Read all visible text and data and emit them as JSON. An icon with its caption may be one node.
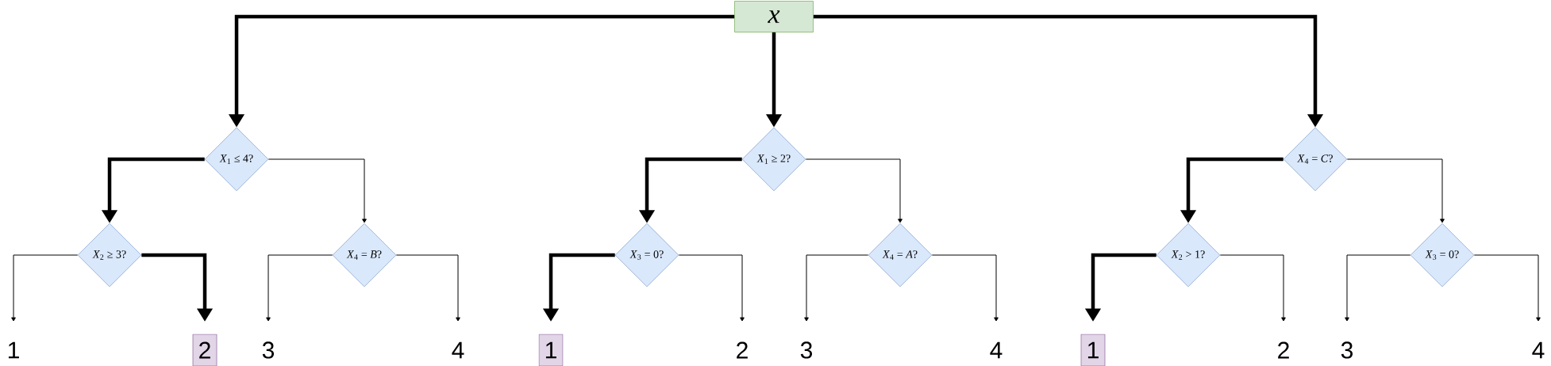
{
  "diagram": {
    "nodes": [
      {
        "text": [
          "x"
        ]
      },
      {
        "text": [
          "*X*$_{1}$ ≤ 4?"
        ]
      },
      {
        "text": [
          "*X*$_{1}$ ≥ 2?"
        ]
      },
      {
        "text": [
          "*X*$_{4}$ = *C*?"
        ]
      },
      {
        "text": [
          "*X*$_{2}$ ≥ 3?"
        ]
      },
      {
        "text": [
          "*X*$_{4}$ = *B*?"
        ]
      },
      {
        "text": [
          "*X*$_{3}$ = 0?"
        ]
      },
      {
        "text": [
          "*X*$_{4}$ = *A*?"
        ]
      },
      {
        "text": [
          "*X*$_{2}$ > 1?"
        ]
      },
      {
        "text": [
          "*X*$_{3}$ = 0?"
        ]
      },
      {
        "text": [
          "1"
        ]
      },
      {
        "text": [
          "2"
        ]
      },
      {
        "text": [
          "3"
        ]
      },
      {
        "text": [
          "4"
        ]
      },
      {
        "text": [
          "1"
        ]
      },
      {
        "text": [
          "2"
        ]
      },
      {
        "text": [
          "3"
        ]
      },
      {
        "text": [
          "4"
        ]
      },
      {
        "text": [
          "1"
        ]
      },
      {
        "text": [
          "2"
        ]
      },
      {
        "text": [
          "3"
        ]
      },
      {
        "text": [
          "4"
        ]
      }
    ],
    "edges": [
      {
        "from": 0,
        "to": 1,
        "arrow": "to",
        "style": "thick"
      },
      {
        "from": 0,
        "to": 2,
        "arrow": "to",
        "style": "thick"
      },
      {
        "from": 0,
        "to": 3,
        "arrow": "to",
        "style": "thick"
      },
      {
        "from": 1,
        "to": 4,
        "arrow": "to",
        "style": "thick"
      },
      {
        "from": 1,
        "to": 5,
        "arrow": "to"
      },
      {
        "from": 2,
        "to": 6,
        "arrow": "to",
        "style": "thick"
      },
      {
        "from": 2,
        "to": 7,
        "arrow": "to"
      },
      {
        "from": 3,
        "to": 8,
        "arrow": "to",
        "style": "thick"
      },
      {
        "from": 3,
        "to": 9,
        "arrow": "to"
      },
      {
        "from": 4,
        "to": 10,
        "arrow": "to"
      },
      {
        "from": 4,
        "to": 11,
        "arrow": "to",
        "style": "thick"
      },
      {
        "from": 5,
        "to": 12,
        "arrow": "to"
      },
      {
        "from": 5,
        "to": 13,
        "arrow": "to"
      },
      {
        "from": 6,
        "to": 14,
        "arrow": "to",
        "style": "thick"
      },
      {
        "from": 6,
        "to": 15,
        "arrow": "to"
      },
      {
        "from": 7,
        "to": 16,
        "arrow": "to"
      },
      {
        "from": 7,
        "to": 17,
        "arrow": "to"
      },
      {
        "from": 8,
        "to": 18,
        "arrow": "to",
        "style": "thick"
      },
      {
        "from": 8,
        "to": 19,
        "arrow": "to"
      },
      {
        "from": 9,
        "to": 20,
        "arrow": "to"
      },
      {
        "from": 9,
        "to": 21,
        "arrow": "to"
      }
    ]
  }
}
